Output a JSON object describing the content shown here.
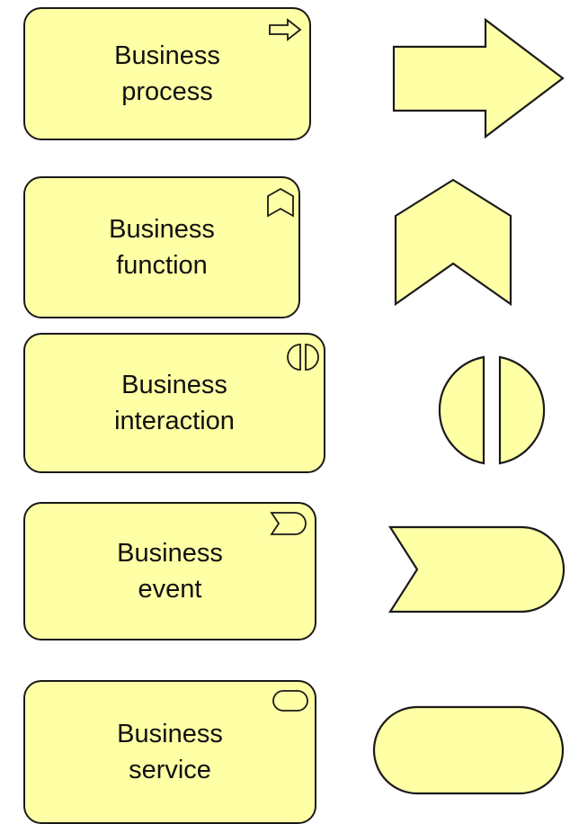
{
  "colors": {
    "fill": "#ffffa5",
    "stroke": "#1a1a1a",
    "text": "#111111"
  },
  "elements": [
    {
      "id": "process",
      "line1": "Business",
      "line2": "process",
      "icon": "arrow-right-icon",
      "shape": "arrow"
    },
    {
      "id": "function",
      "line1": "Business",
      "line2": "function",
      "icon": "chevron-up-icon",
      "shape": "chevron"
    },
    {
      "id": "interaction",
      "line1": "Business",
      "line2": "interaction",
      "icon": "split-circle-icon",
      "shape": "split-circle"
    },
    {
      "id": "event",
      "line1": "Business",
      "line2": "event",
      "icon": "event-icon",
      "shape": "event"
    },
    {
      "id": "service",
      "line1": "Business",
      "line2": "service",
      "icon": "rounded-rect-icon",
      "shape": "rounded-rect"
    }
  ]
}
